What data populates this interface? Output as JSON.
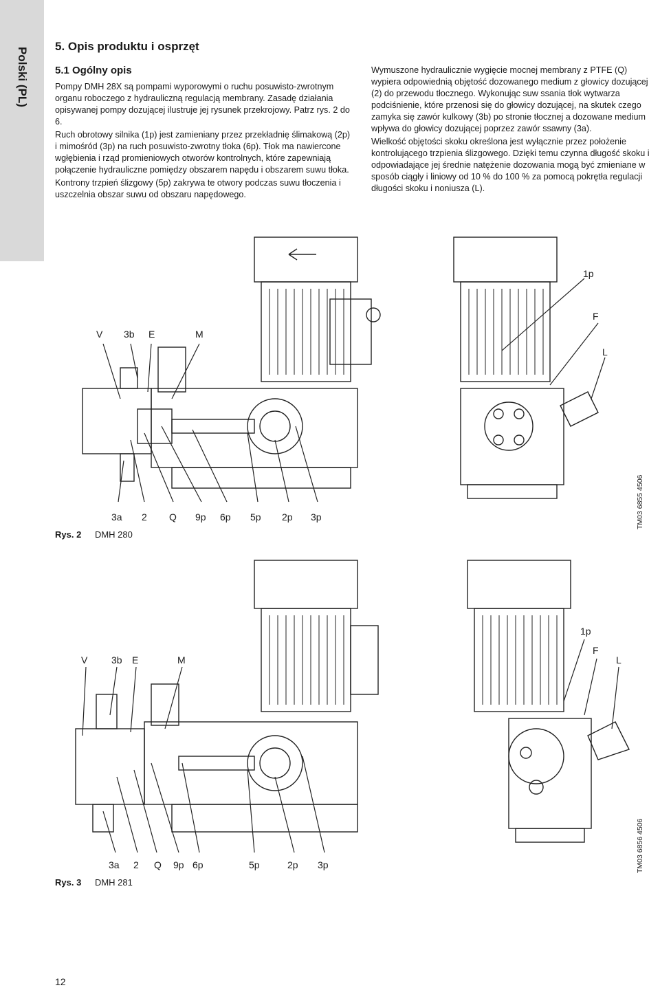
{
  "side_tab": {
    "label": "Polski (PL)"
  },
  "section": {
    "title": "5. Opis produktu i osprzęt"
  },
  "subsection": {
    "title": "5.1 Ogólny opis"
  },
  "left_column": [
    "Pompy DMH 28X są pompami wyporowymi o ruchu posuwisto-zwrotnym organu roboczego z hydrauliczną regulacją membrany. Zasadę działania opisywanej pompy dozującej ilustruje jej rysunek przekrojowy. Patrz rys. 2 do 6.",
    "Ruch obrotowy silnika (1p) jest zamieniany przez przekładnię ślimakową (2p) i mimośród (3p) na ruch posuwisto-zwrotny tłoka (6p). Tłok ma nawiercone wgłębienia i rząd promieniowych otworów kontrolnych, które zapewniają połączenie hydrauliczne pomiędzy obszarem napędu i obszarem suwu tłoka.",
    "Kontrony trzpień ślizgowy (5p) zakrywa te otwory podczas suwu tłoczenia i uszczelnia obszar suwu od obszaru napędowego."
  ],
  "right_column": [
    "Wymuszone hydraulicznie wygięcie mocnej membrany z PTFE (Q) wypiera odpowiednią objętość dozowanego medium z głowicy dozującej (2) do przewodu tłocznego. Wykonując suw ssania tłok wytwarza podciśnienie, które przenosi się do głowicy dozującej, na skutek czego zamyka się zawór kulkowy (3b) po stronie tłocznej a dozowane medium wpływa do głowicy dozującej poprzez zawór ssawny (3a).",
    "Wielkość objętości skoku określona jest wyłącznie przez położenie kontrolującego trzpienia ślizgowego. Dzięki temu czynna długość skoku i odpowiadające jej średnie natężenie dozowania mogą być zmieniane w sposób ciągły i liniowy od 10 % do 100 % za pomocą pokrętła regulacji długości skoku i noniusza (L)."
  ],
  "figure2": {
    "caption_number": "Rys. 2",
    "caption_text": "DMH 280",
    "code": "TM03 6855 4506",
    "labels_top": {
      "V": "V",
      "b3": "3b",
      "E": "E",
      "M": "M",
      "p1": "1p",
      "F": "F",
      "L": "L"
    },
    "labels_bottom": {
      "a3": "3a",
      "n2": "2",
      "Q": "Q",
      "p9": "9p",
      "p6": "6p",
      "p5": "5p",
      "p2": "2p",
      "p3": "3p"
    }
  },
  "figure3": {
    "caption_number": "Rys. 3",
    "caption_text": "DMH 281",
    "code": "TM03 6856 4506",
    "labels_top": {
      "V": "V",
      "b3": "3b",
      "E": "E",
      "M": "M",
      "p1": "1p",
      "F": "F",
      "L": "L"
    },
    "labels_bottom": {
      "a3": "3a",
      "n2": "2",
      "Q": "Q",
      "p9": "9p",
      "p6": "6p",
      "p5": "5p",
      "p2": "2p",
      "p3": "3p"
    }
  },
  "page_number": "12"
}
